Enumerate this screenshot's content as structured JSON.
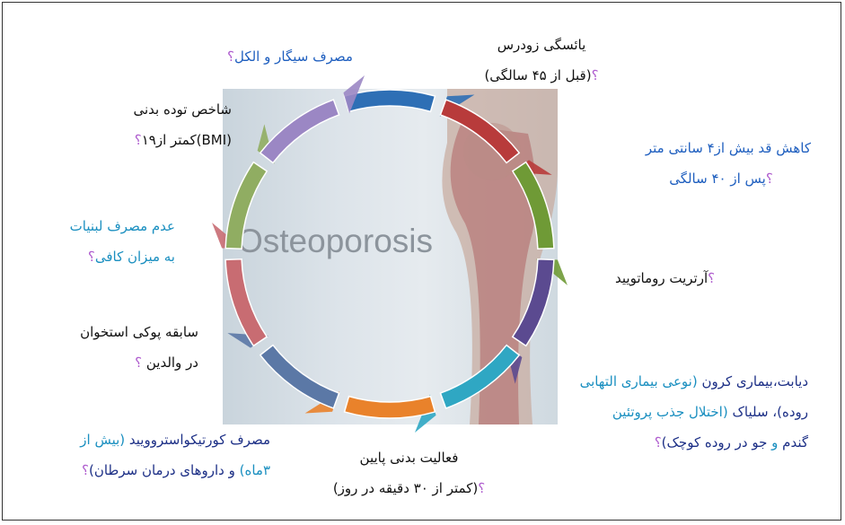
{
  "image_text": "Osteoporosis",
  "colors": {
    "black": "#111111",
    "blue": "#1f5fbf",
    "teal": "#1a8fc0",
    "navy": "#1c2f86",
    "question": "#b05fcf"
  },
  "segments": [
    "#2e6fb5",
    "#b83b3b",
    "#6f9a36",
    "#5b4a90",
    "#2fa7c3",
    "#e9822b",
    "#5b78a6",
    "#c86c72",
    "#90ad62",
    "#9b87c4"
  ],
  "labels": {
    "menopause": {
      "line1": "یائسگی زودرس",
      "line2": "(قبل از ۴۵ سالگی)",
      "q": "؟"
    },
    "height": {
      "line1": "کاهش قد بیش از۴ سانتی متر",
      "line2": "پس از ۴۰ سالگی",
      "q": "؟"
    },
    "arthritis": {
      "line1": "آرتریت روماتویید",
      "q": "؟"
    },
    "diabetes": {
      "l1a": "دیابت،بیماری کرون ",
      "l1b": "(نوعی بیماری التهابی",
      "l2a": "روده)، سلیاک ",
      "l2b": "(اختلال جذب پروتئین",
      "l3a": "گندم ",
      "l3b": "و",
      "l3c": " جو در روده کوچک)",
      "q": "؟"
    },
    "activity": {
      "line1": "فعالیت بدنی پایین",
      "line2": "(کمتر از ۳۰ دقیقه در روز)",
      "q": "؟"
    },
    "cortico": {
      "l1a": "مصرف کورتیکواستروویید ",
      "l1b": "(بیش از",
      "l2a": "۳ماه) ",
      "l2b": "و داروهای درمان سرطان)",
      "q": "؟"
    },
    "family": {
      "line1": "سابقه پوکی استخوان",
      "line2": "در والدین ",
      "q": "؟"
    },
    "dairy": {
      "line1": "عدم مصرف لبنیات",
      "line2": "به میزان کافی",
      "q": "؟"
    },
    "bmi": {
      "line1": "شاخص توده بدنی",
      "line2": "(BMI)کمتر از۱۹",
      "q": "؟"
    },
    "smoking": {
      "line1": "مصرف سیگار و الکل",
      "q": "؟"
    }
  }
}
